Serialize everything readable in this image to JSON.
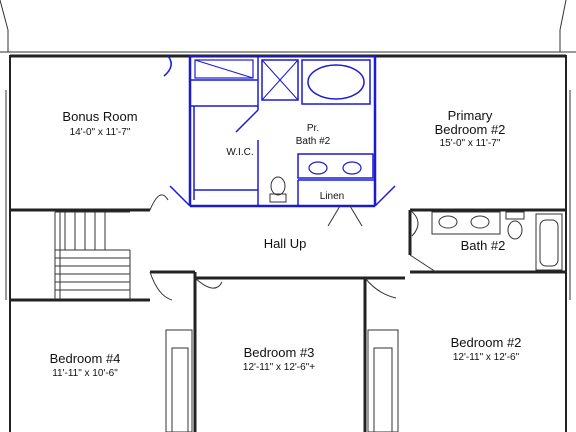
{
  "rooms": {
    "bonus": {
      "name": "Bonus Room",
      "dims": "14'-0\" x 11'-7\""
    },
    "primary": {
      "name_line1": "Primary",
      "name_line2": "Bedroom #2",
      "dims": "15'-0\" x 11'-7\""
    },
    "pr_bath": {
      "line1": "Pr.",
      "line2": "Bath #2"
    },
    "wic": {
      "name": "W.I.C."
    },
    "linen": {
      "name": "Linen"
    },
    "hall": {
      "name": "Hall Up"
    },
    "bath2": {
      "name": "Bath #2"
    },
    "bed4": {
      "name": "Bedroom #4",
      "dims": "11'-11\" x 10'-6\""
    },
    "bed3": {
      "name": "Bedroom #3",
      "dims": "12'-11\" x 12'-6\"+"
    },
    "bed2": {
      "name": "Bedroom #2",
      "dims": "12'-11\" x 12'-6\""
    }
  },
  "colors": {
    "highlight": "#1a1ad6",
    "wall": "#222222"
  }
}
